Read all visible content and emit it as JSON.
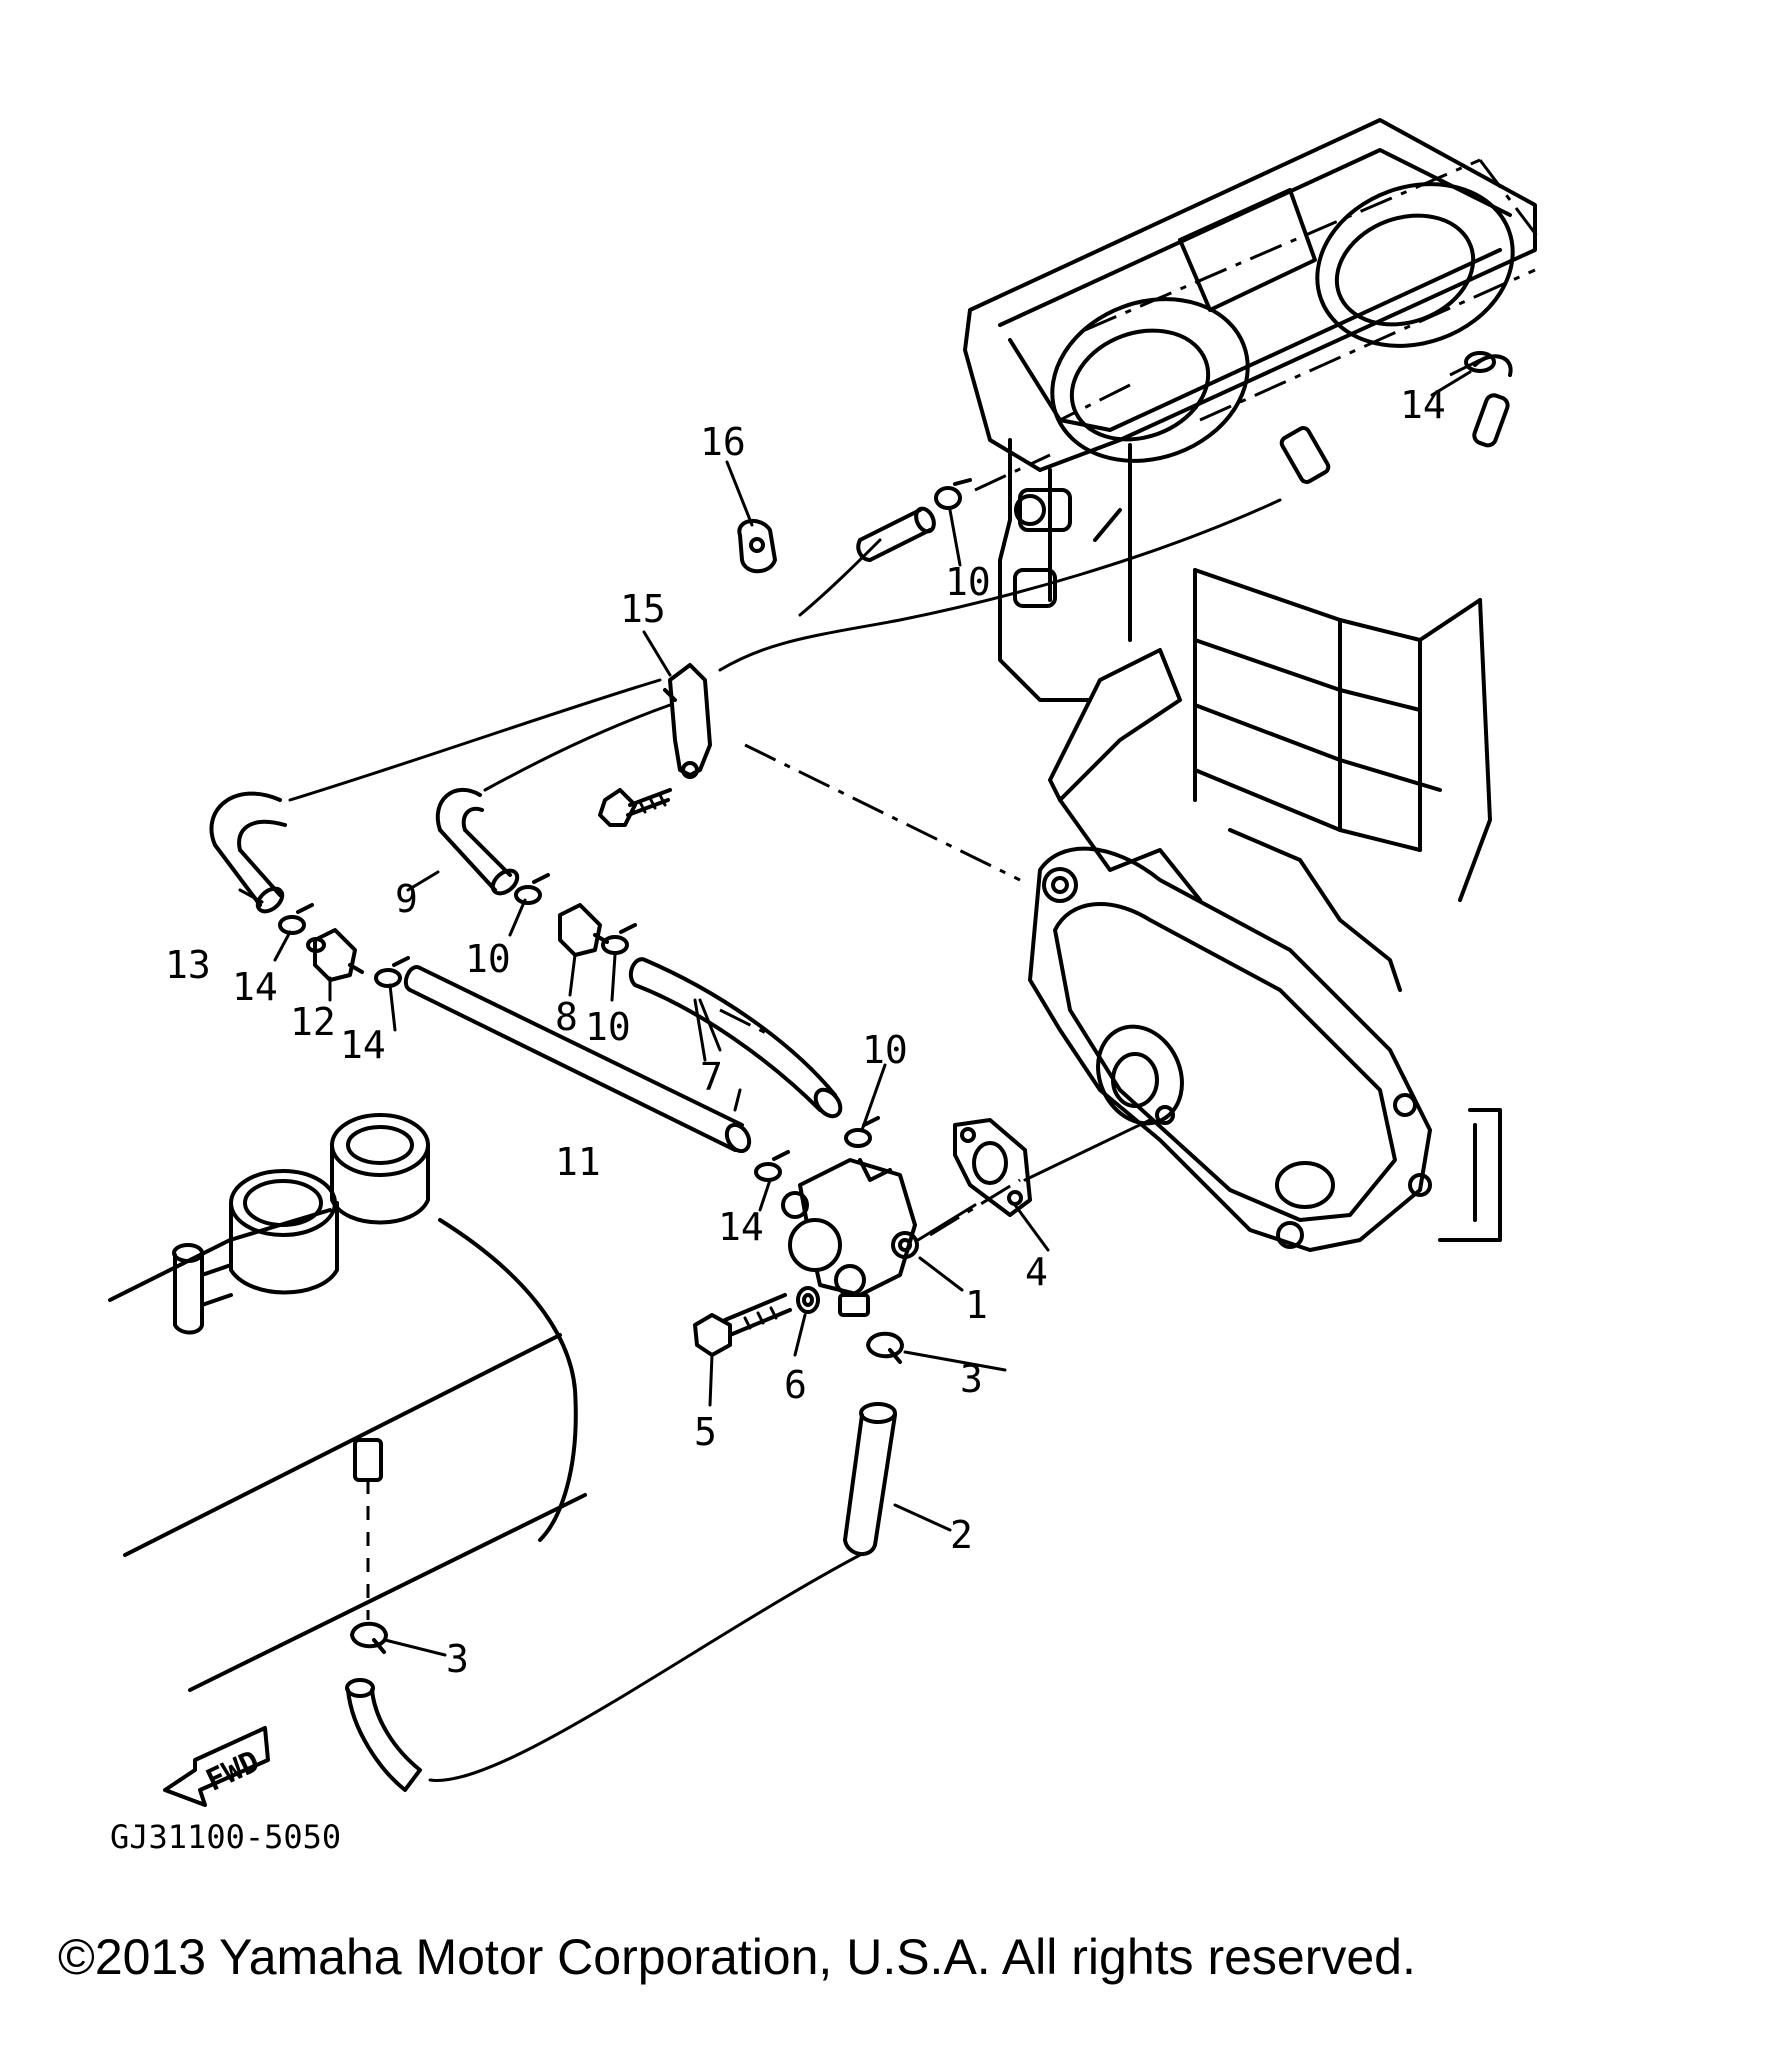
{
  "diagram": {
    "callouts": [
      {
        "id": "c1",
        "label": "1"
      },
      {
        "id": "c2",
        "label": "2"
      },
      {
        "id": "c3a",
        "label": "3"
      },
      {
        "id": "c3b",
        "label": "3"
      },
      {
        "id": "c4",
        "label": "4"
      },
      {
        "id": "c5",
        "label": "5"
      },
      {
        "id": "c6",
        "label": "6"
      },
      {
        "id": "c7",
        "label": "7"
      },
      {
        "id": "c8",
        "label": "8"
      },
      {
        "id": "c9",
        "label": "9"
      },
      {
        "id": "c10a",
        "label": "10"
      },
      {
        "id": "c10b",
        "label": "10"
      },
      {
        "id": "c10c",
        "label": "10"
      },
      {
        "id": "c10d",
        "label": "10"
      },
      {
        "id": "c11",
        "label": "11"
      },
      {
        "id": "c12",
        "label": "12"
      },
      {
        "id": "c13",
        "label": "13"
      },
      {
        "id": "c14a",
        "label": "14"
      },
      {
        "id": "c14b",
        "label": "14"
      },
      {
        "id": "c14c",
        "label": "14"
      },
      {
        "id": "c14d",
        "label": "14"
      },
      {
        "id": "c15",
        "label": "15"
      },
      {
        "id": "c16",
        "label": "16"
      }
    ],
    "fwd_label": "FWD",
    "part_code": "GJ31100-5050"
  },
  "footer": {
    "copyright": "©2013 Yamaha Motor Corporation, U.S.A. All rights reserved."
  }
}
